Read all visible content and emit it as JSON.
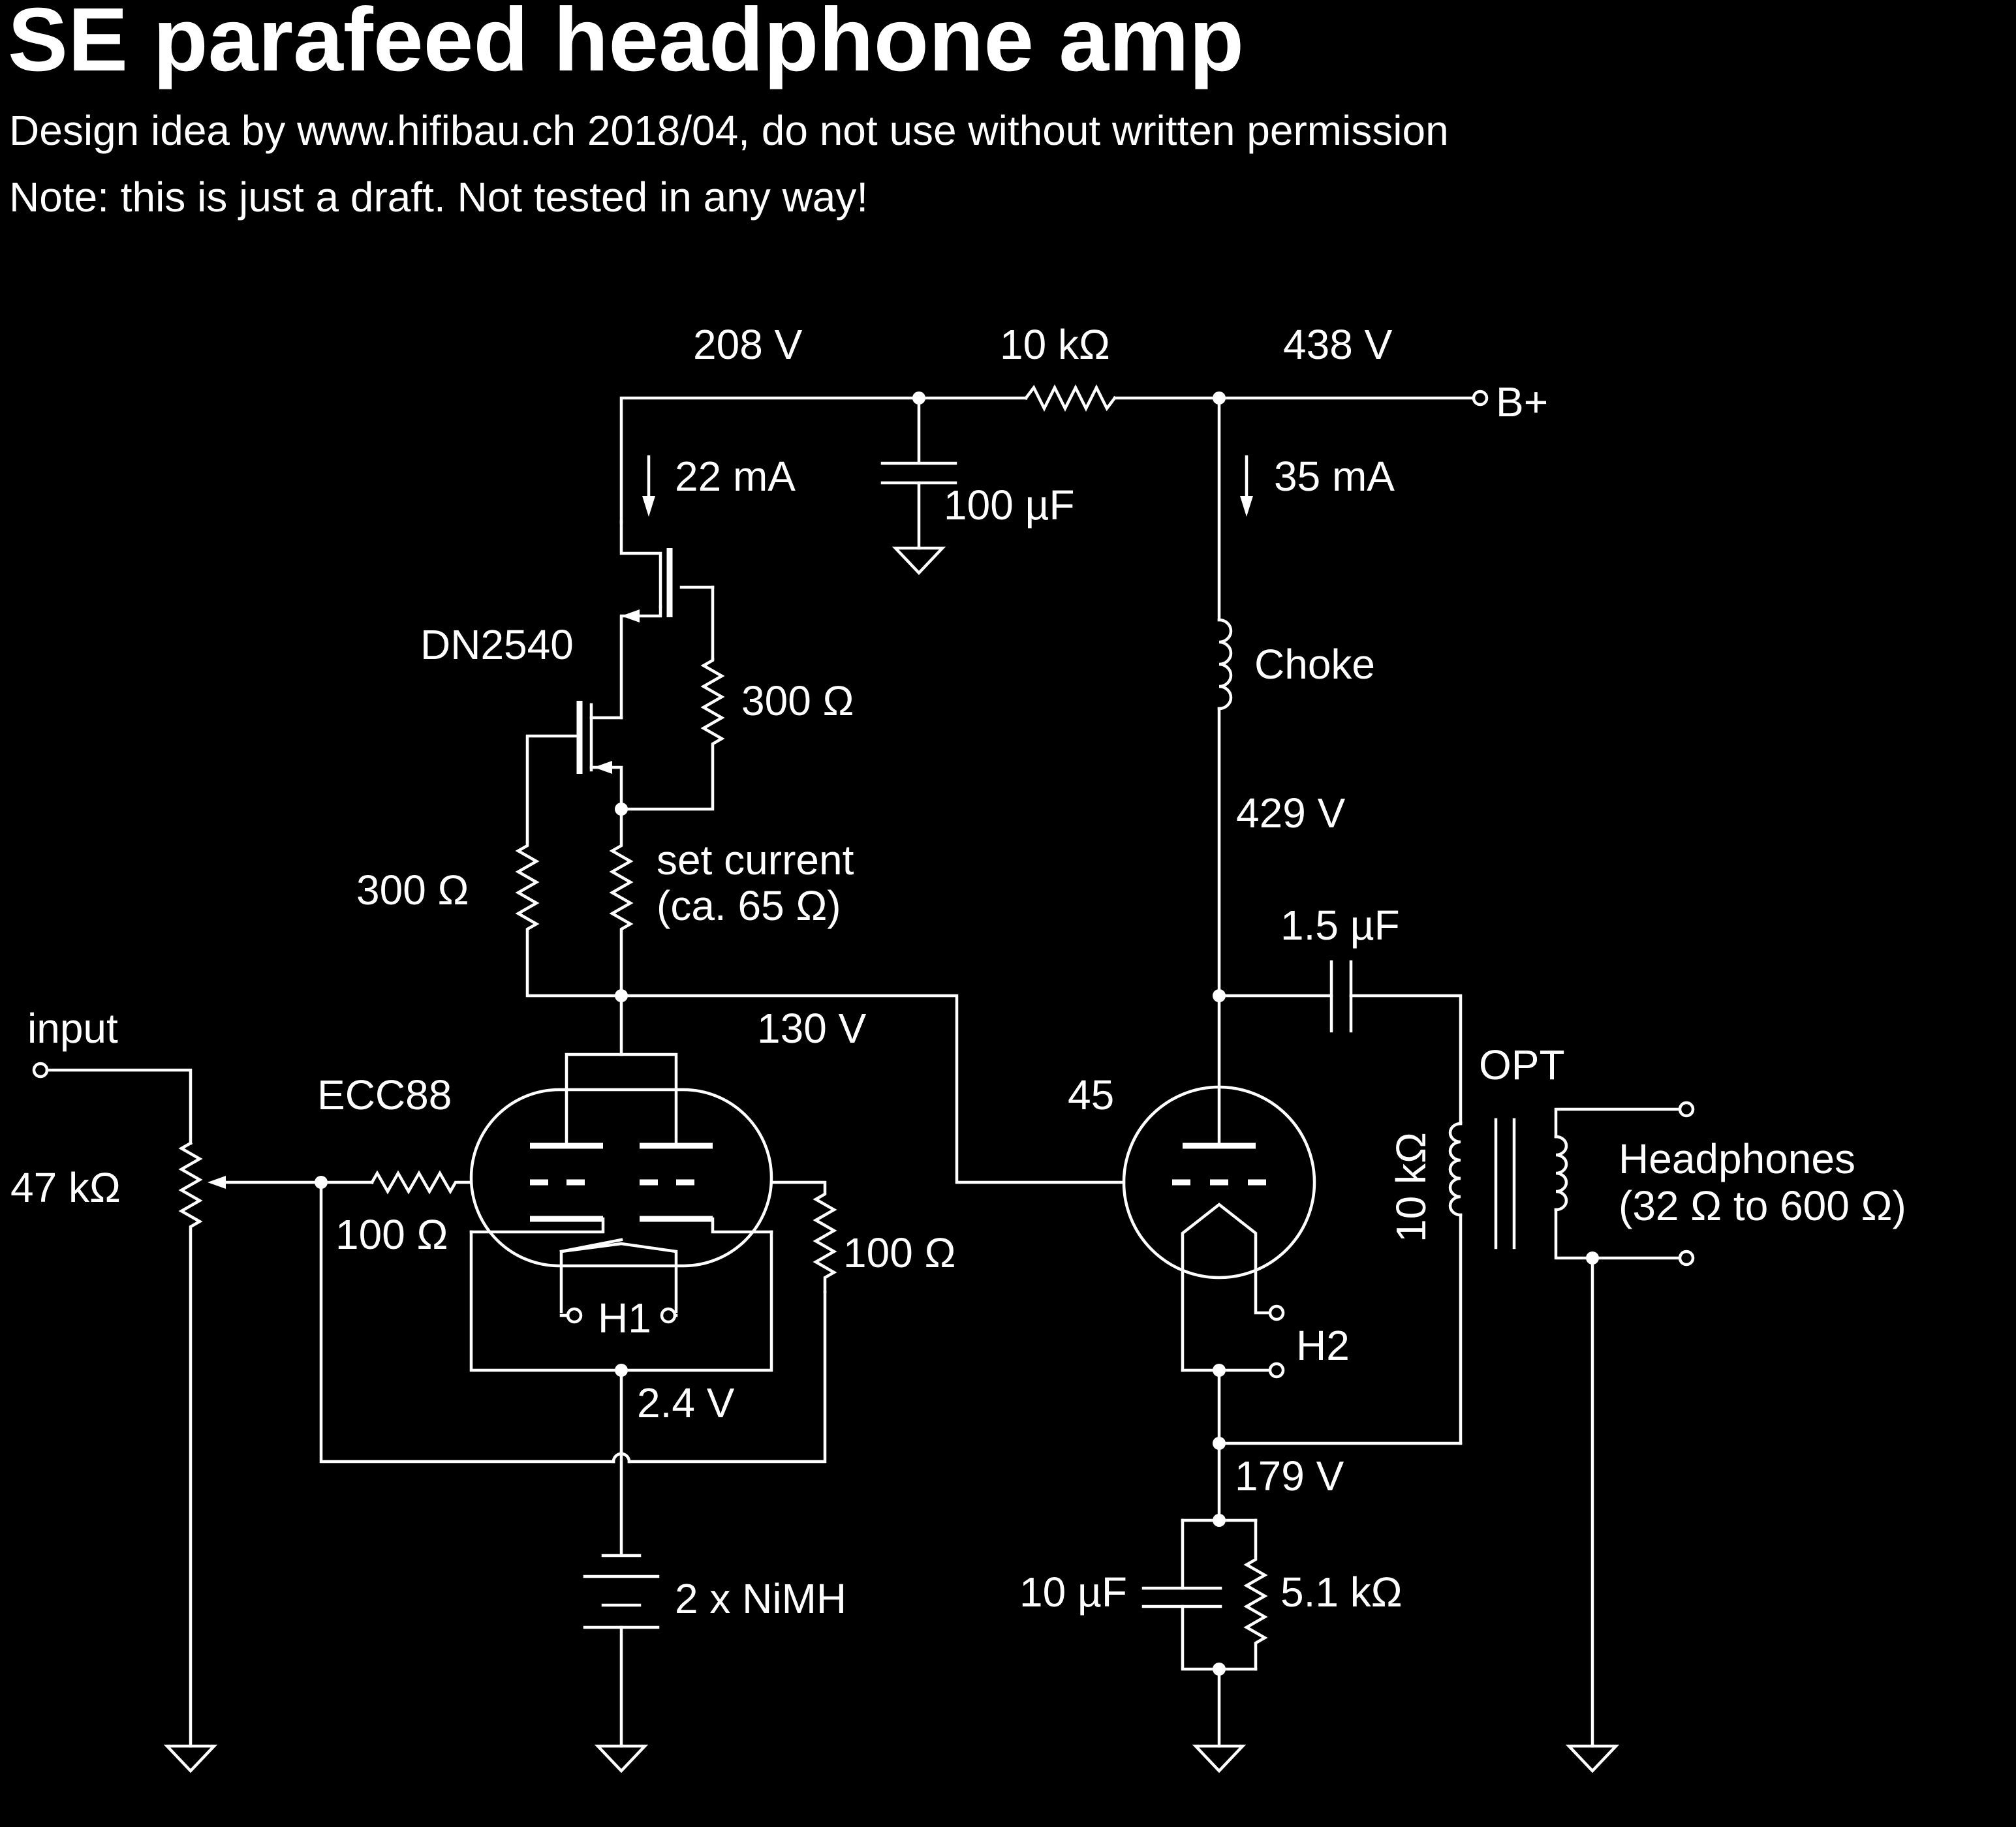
{
  "title": "SE parafeed headphone amp",
  "subtitle_1": "Design idea by www.hifibau.ch 2018/04, do not use without written permission",
  "subtitle_2": "Note: this is just a draft. Not tested in any way!",
  "labels": {
    "v208": "208 V",
    "r10k": "10 kΩ",
    "v438": "438 V",
    "bplus": "B+",
    "i22": "22 mA",
    "c100u": "100 µF",
    "i35": "35 mA",
    "mosfet": "DN2540",
    "r300_top": "300 Ω",
    "choke": "Choke",
    "v429": "429 V",
    "r300_left": "300 Ω",
    "setcur_1": "set current",
    "setcur_2": "(ca. 65 Ω)",
    "c1u5": "1.5 µF",
    "input": "input",
    "v130": "130 V",
    "opt": "OPT",
    "ecc88": "ECC88",
    "t45": "45",
    "pot47k": "47 kΩ",
    "r100_grid": "100 Ω",
    "r100_right": "100 Ω",
    "r10k_opt": "10 kΩ",
    "headphones_1": "Headphones",
    "headphones_2": "(32 Ω to 600 Ω)",
    "h1": "H1",
    "h2": "H2",
    "v2_4": "2.4 V",
    "v179": "179 V",
    "c10u": "10 µF",
    "r5k1": "5.1 kΩ",
    "battery": "2 x NiMH"
  }
}
